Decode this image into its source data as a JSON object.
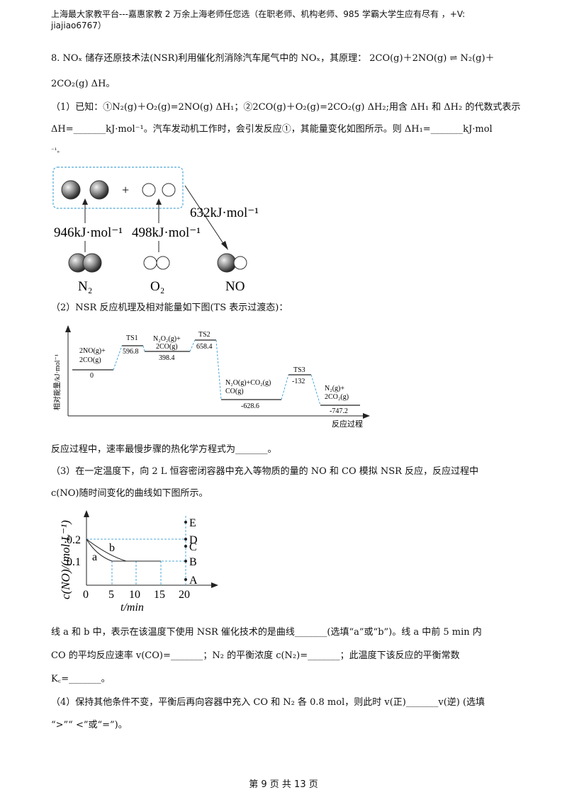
{
  "header": {
    "line1": "上海最大家教平台---嘉惠家教    2 万余上海老师任您选（在职老师、机构老师、985 学霸大学生应有尽有  ，+V:",
    "line2": "jiajiao6767）"
  },
  "question": {
    "intro1": "8. NOₓ 储存还原技术法(NSR)利用催化剂消除汽车尾气中的 NOₓ，其原理：  2CO(g)＋2NO(g) ⇌ N₂(g)＋",
    "intro2": "2CO₂(g) ΔH。",
    "p1a": "（1）已知：①N₂(g)＋O₂(g)=2NO(g) ΔH₁；②2CO(g)＋O₂(g)=2CO₂(g) ΔH₂;用含 ΔH₁ 和 ΔH₂ 的代数式表示",
    "p1b": "ΔH=_______kJ·mol⁻¹。汽车发动机工作时，会引发反应①，其能量变化如图所示。则 ΔH₁=_______kJ·mol",
    "p1c": "⁻¹。",
    "p2": "（2）NSR 反应机理及相对能量如下图(TS 表示过渡态)：",
    "p2q": "反应过程中，速率最慢步骤的热化学方程式为_______。",
    "p3a": "（3）在一定温度下，向 2 L 恒容密闭容器中充入等物质的量的 NO 和 CO 模拟 NSR 反应，反应过程中",
    "p3b": "c(NO)随时间变化的曲线如下图所示。",
    "p3c": "线 a 和 b 中，表示在该温度下使用 NSR 催化技术的是曲线_______(选填“a”或“b”)。线 a 中前 5 min 内",
    "p3d": "CO 的平均反应速率 v(CO)=_______；N₂ 的平衡浓度 c(N₂)=_______；此温度下该反应的平衡常数",
    "p3e": "K꜀=_______。",
    "p4a": "（4）保持其他条件不变，平衡后再向容器中充入 CO 和 N₂ 各 0.8 mol，则此时 v(正)_______v(逆) (选填",
    "p4b": "“>”“ <”或“=”)。"
  },
  "fig1": {
    "plus": "+",
    "bond_n2": "946kJ·mol⁻¹",
    "bond_o2": "498kJ·mol⁻¹",
    "bond_no": "632kJ·mol⁻¹",
    "label_n2": "N₂",
    "label_o2": "O₂",
    "label_no": "NO"
  },
  "fig2": {
    "ylabel": "相对能量/kJ·mol⁻¹",
    "xlabel": "反应过程",
    "levels": [
      {
        "name": "2NO(g)+ 2CO(g)",
        "value": "0"
      },
      {
        "name": "TS1",
        "value": "596.8"
      },
      {
        "name": "N₂O₂(g)+ 2CO(g)",
        "value": "398.4"
      },
      {
        "name": "TS2",
        "value": "658.4"
      },
      {
        "name": "N₂O(g)+CO₂(g) CO(g)",
        "value": "-628.6"
      },
      {
        "name": "TS3",
        "value": "-132"
      },
      {
        "name": "N₂(g)+ 2CO₂(g)",
        "value": "-747.2"
      }
    ]
  },
  "fig3": {
    "ylabel": "c(NO)/(mol·L⁻¹)",
    "xlabel": "t/min",
    "xticks": [
      "0",
      "5",
      "10",
      "15",
      "20"
    ],
    "yticks": [
      "0.2",
      "0.1"
    ],
    "curve_a": "a",
    "curve_b": "b",
    "points": [
      "E",
      "D",
      "C",
      "B",
      "A"
    ]
  },
  "footer": {
    "page": "第 9 页 共 13 页"
  }
}
